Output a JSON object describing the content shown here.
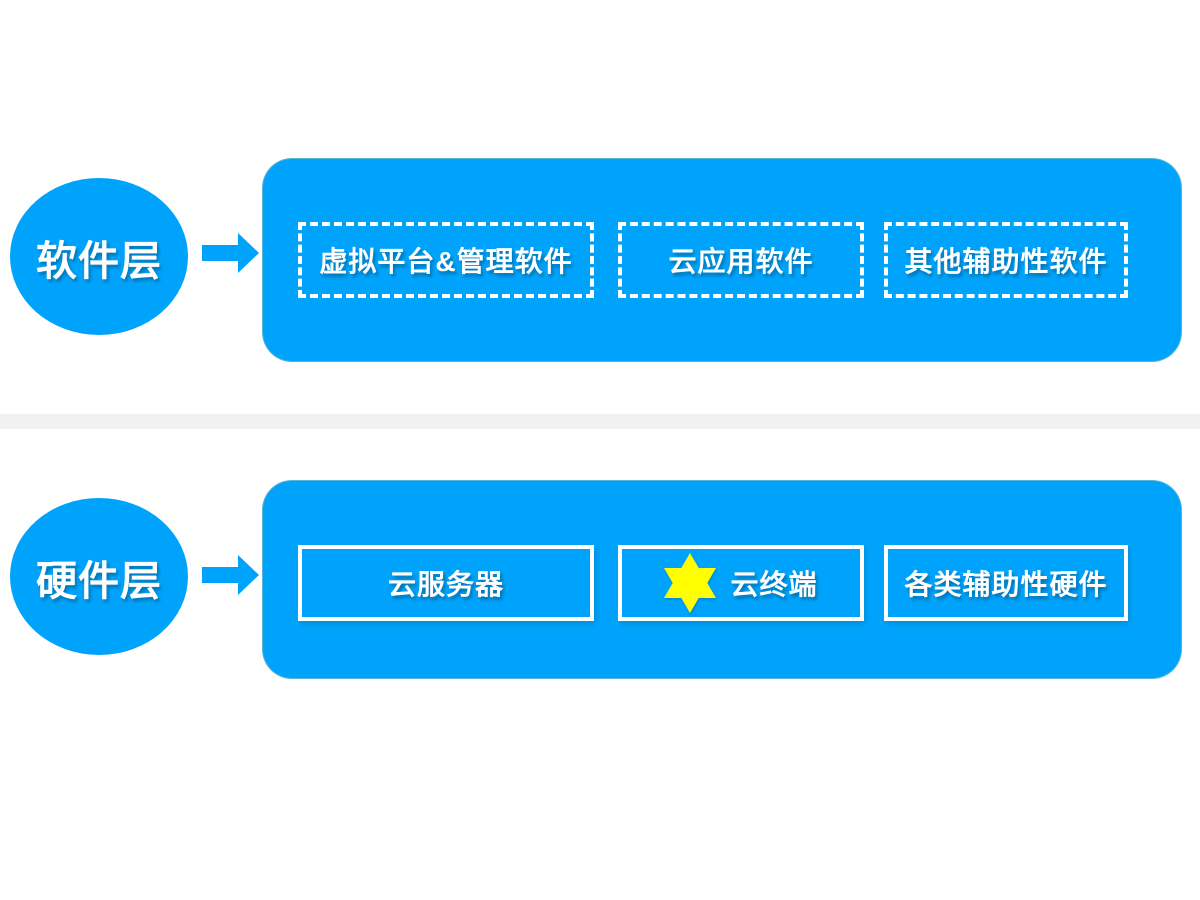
{
  "colors": {
    "primary_blue": "#00A3FB",
    "star_yellow": "#FFFF00",
    "divider_gray": "#F1F1F1",
    "text_white": "#FFFFFF",
    "border_white": "#FFFFFF"
  },
  "layers": [
    {
      "id": "software",
      "label": "软件层",
      "arrow_icon": "right-arrow",
      "box_style": "dashed",
      "items": [
        {
          "label": "虚拟平台&管理软件"
        },
        {
          "label": "云应用软件"
        },
        {
          "label": "其他辅助性软件"
        }
      ]
    },
    {
      "id": "hardware",
      "label": "硬件层",
      "arrow_icon": "right-arrow",
      "box_style": "solid",
      "items": [
        {
          "label": "云服务器"
        },
        {
          "label": "云终端",
          "icon": "six-pointed-star"
        },
        {
          "label": "各类辅助性硬件"
        }
      ]
    }
  ]
}
